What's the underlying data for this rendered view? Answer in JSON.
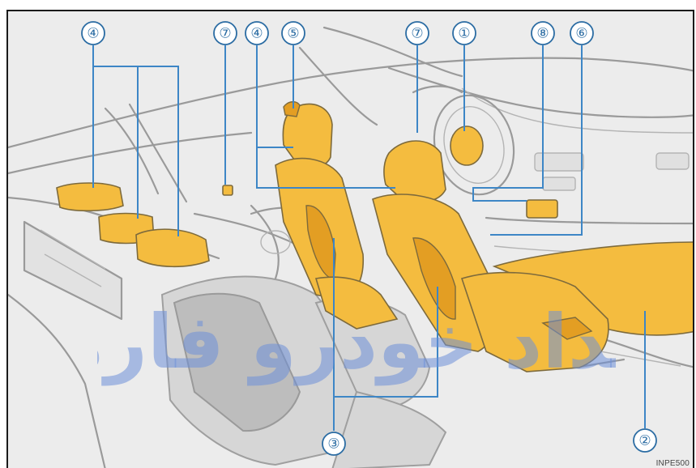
{
  "callouts": [
    {
      "id": "c1",
      "label": "①"
    },
    {
      "id": "c2",
      "label": "②"
    },
    {
      "id": "c3",
      "label": "③"
    },
    {
      "id": "c4a",
      "label": "④"
    },
    {
      "id": "c4b",
      "label": "④"
    },
    {
      "id": "c5",
      "label": "⑤"
    },
    {
      "id": "c6",
      "label": "⑥"
    },
    {
      "id": "c7a",
      "label": "⑦"
    },
    {
      "id": "c7b",
      "label": "⑦"
    },
    {
      "id": "c8",
      "label": "⑧"
    }
  ],
  "figure_code": "INPE500",
  "watermark_text": "امداد خودرو فارما",
  "colors": {
    "highlight": "#f4bc3f",
    "callout": "#2b6ca3",
    "leader": "#3d86c6",
    "watermark": "#6d8fd9"
  }
}
